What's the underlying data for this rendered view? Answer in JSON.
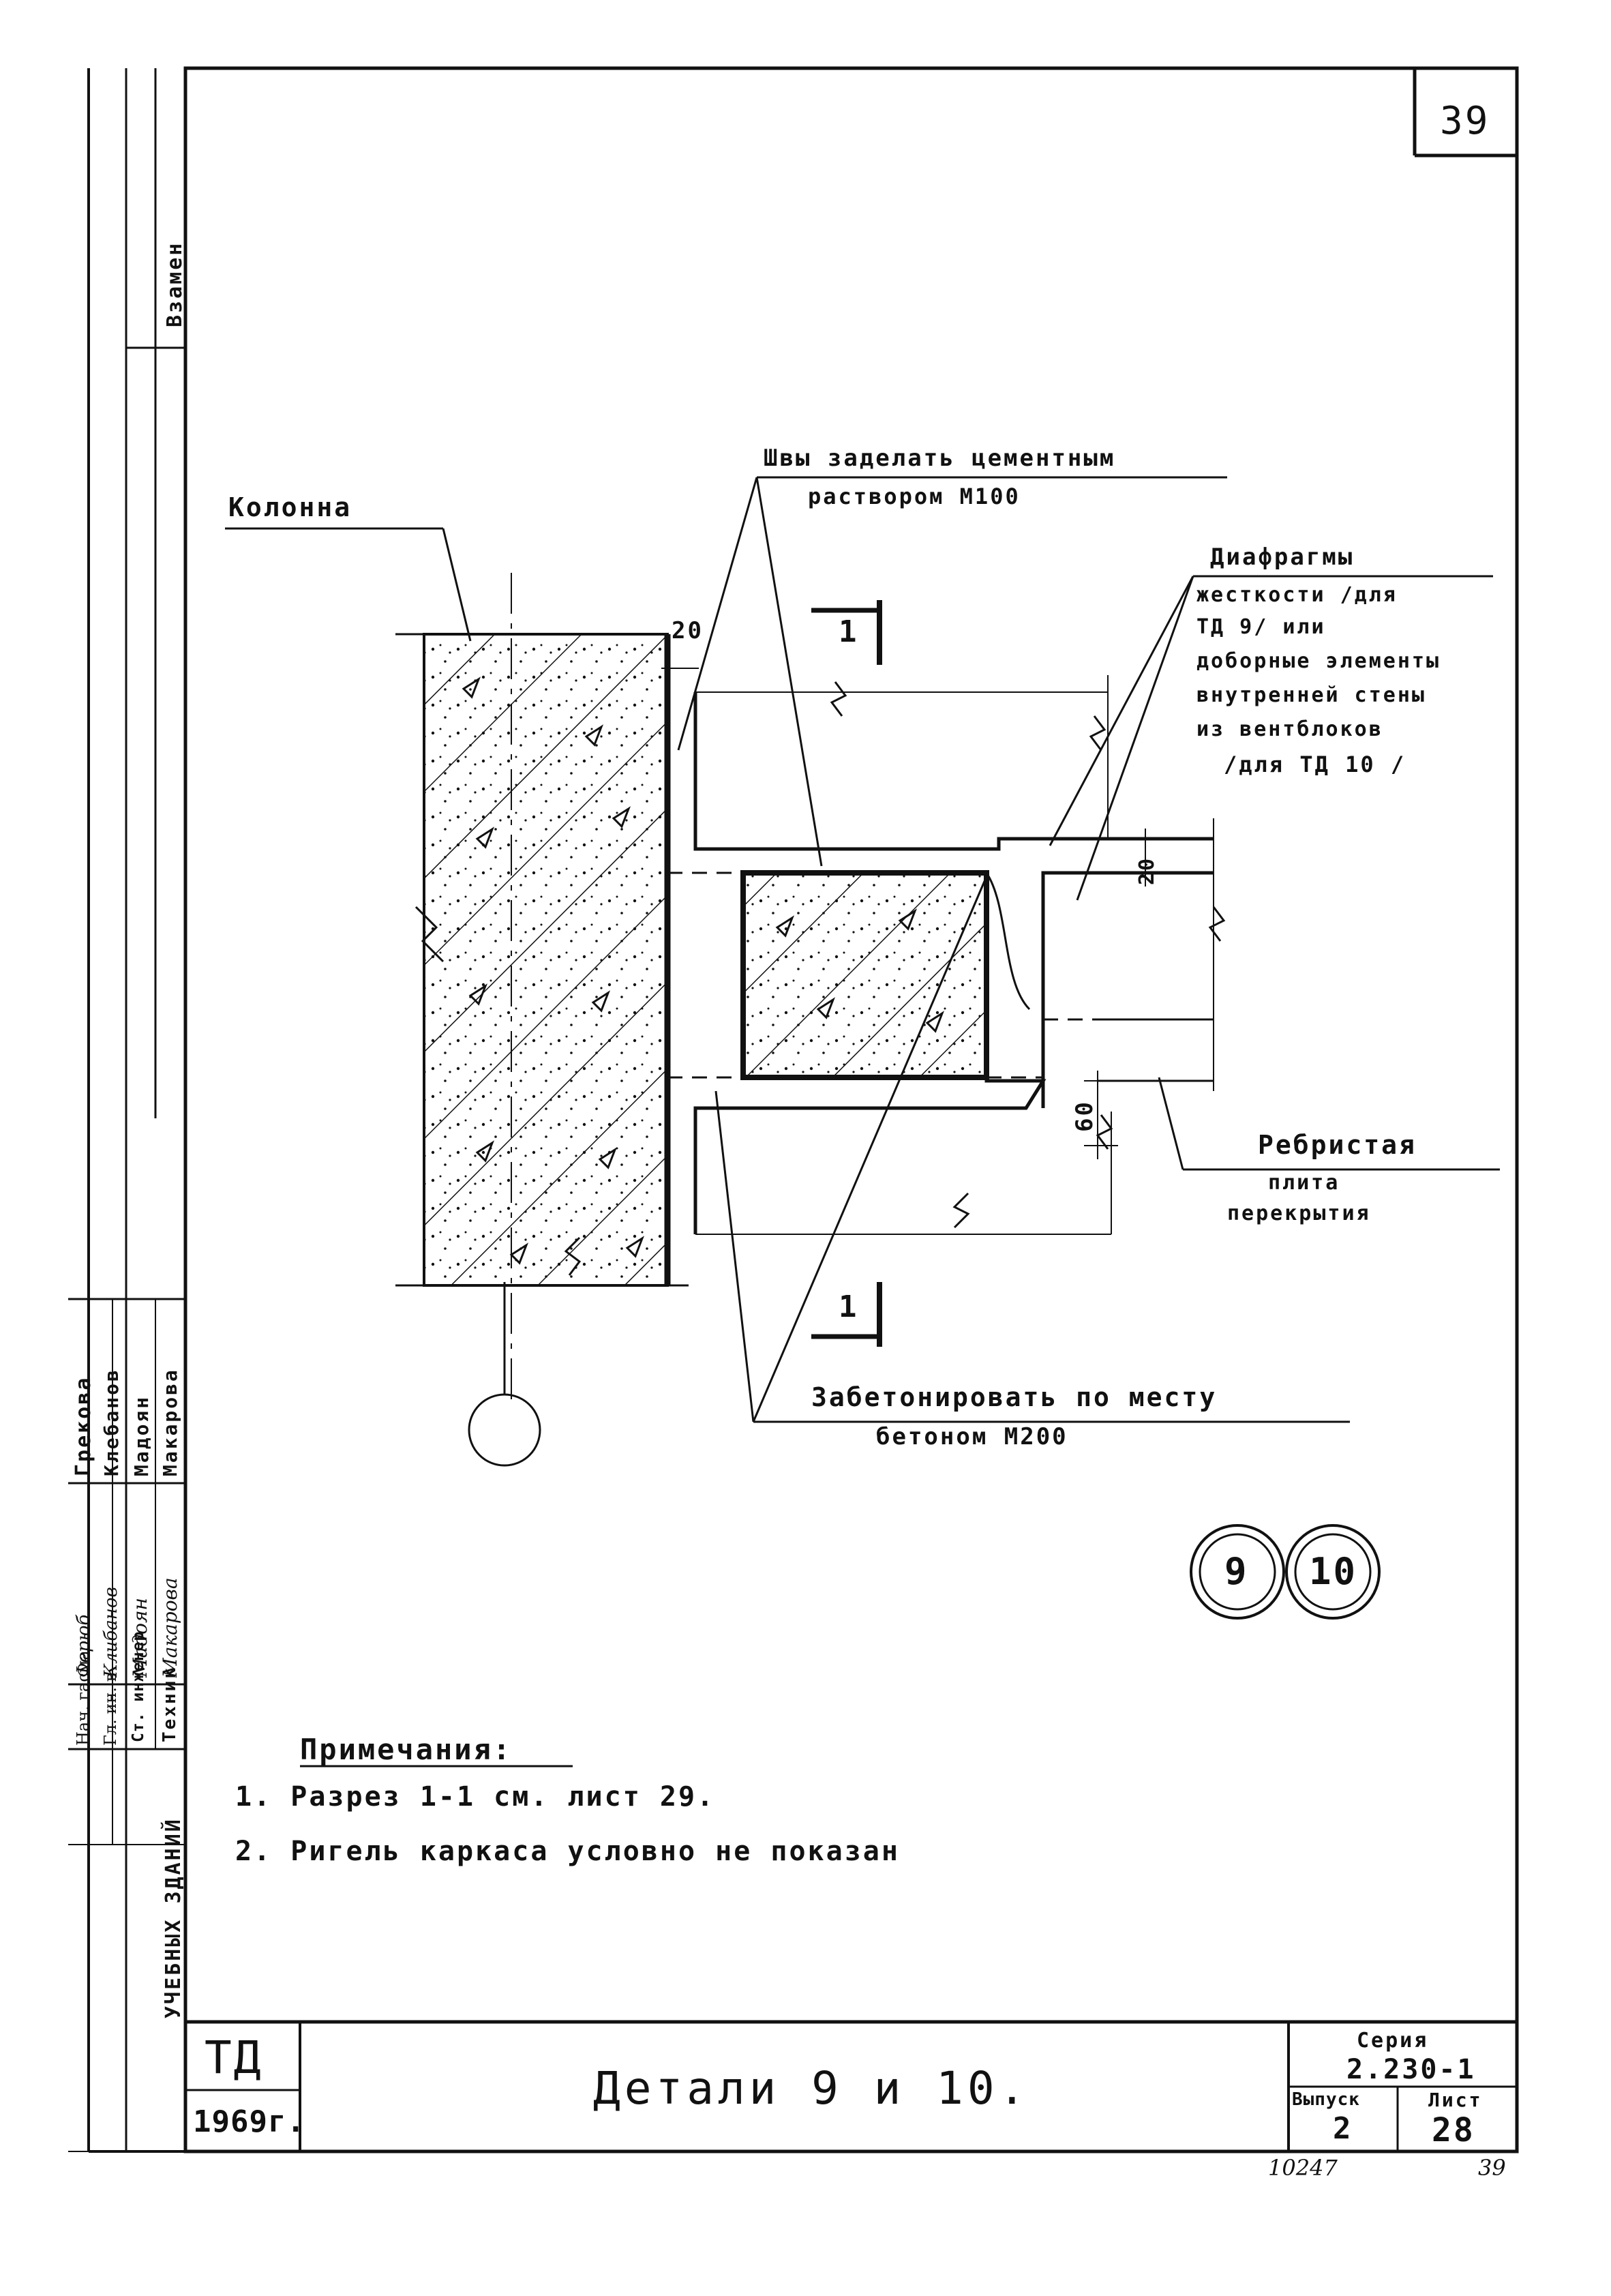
{
  "sheet_number_top": "39",
  "side_stamp": {
    "vzamen": "Взамен",
    "building_type": "УЧЕБНЫХ ЗДАНИЙ",
    "row_labels": [
      "Нач. гасма",
      "Гл. ин. в",
      "Ст. инженер",
      "Техник"
    ],
    "names": [
      "Грекова",
      "Клебанов",
      "Мадоян",
      "Макарова"
    ],
    "signatures": [
      "Ферюб",
      "Клибанов",
      "Мадоян",
      "Макарова"
    ]
  },
  "callouts": {
    "kolonna": "Колонна",
    "seams_line1": "Швы заделать цементным",
    "seams_line2": "раствором  М100",
    "diaphragm_lines": [
      "Диафрагмы",
      "жесткости /для",
      "ТД 9/  или",
      "доборные элементы",
      "внутренней стены",
      "из вентблоков",
      "/для ТД 10 /"
    ],
    "slab_lines": [
      "Ребристая",
      "плита",
      "перекрытия"
    ],
    "concrete_line1": "Забетонировать  по месту",
    "concrete_line2": "бетоном  М200",
    "section_mark": "1",
    "dim_20_top": "20",
    "dim_20_right": "20",
    "dim_60": "60"
  },
  "detail_marks": [
    "9",
    "10"
  ],
  "notes": {
    "heading": "Примечания:",
    "items": [
      "1. Разрез  1-1  см. лист 29.",
      "2. Ригель  каркаса  условно  не показан"
    ]
  },
  "title_block": {
    "td": "ТД",
    "year": "1969г.",
    "title": "Детали 9 и 10.",
    "series_label": "Серия",
    "series_value": "2.230-1",
    "issue_label": "Выпуск",
    "issue_value": "2",
    "sheet_label": "Лист",
    "sheet_value": "28",
    "archive_no": "10247",
    "page_no": "39"
  },
  "colors": {
    "ink": "#111111",
    "paper": "#ffffff"
  }
}
